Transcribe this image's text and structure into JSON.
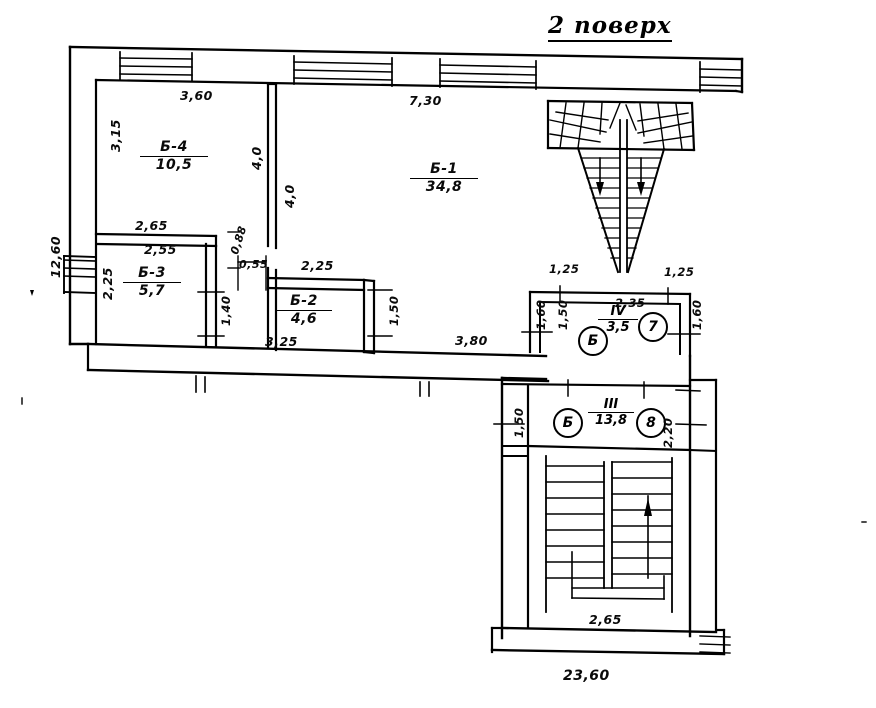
{
  "drawing": {
    "title": "2 поверх",
    "kind": "architectural-floor-plan",
    "units": "meters"
  },
  "rooms": [
    {
      "id": "b-1",
      "number": "Б-1",
      "area": "34,8"
    },
    {
      "id": "b-2",
      "number": "Б-2",
      "area": "4,6"
    },
    {
      "id": "b-3",
      "number": "Б-3",
      "area": "5,7"
    },
    {
      "id": "b-4",
      "number": "Б-4",
      "area": "10,5"
    }
  ],
  "common_areas": [
    {
      "id": "iv",
      "roman": "IV",
      "area": "3,5"
    },
    {
      "id": "iii",
      "roman": "III",
      "area": "13,8"
    }
  ],
  "markers": [
    {
      "id": "marker-6",
      "label": "Б"
    },
    {
      "id": "marker-7",
      "label": "7"
    },
    {
      "id": "marker-5",
      "label": "Б"
    },
    {
      "id": "marker-8",
      "label": "8"
    }
  ],
  "dimensions": {
    "overall_left": "12,60",
    "overall_bottom": "23,60",
    "top_left_span": "3,60",
    "top_right_span": "7,30",
    "b4_left": "3,15",
    "b4_right_inner": "4,0",
    "b4_right_outer": "4,0",
    "b4_bottom_outer": "2,65",
    "b3_top": "2,55",
    "b3_left": "2,25",
    "b3_right": "1,40",
    "door_b4": "0,88",
    "door_b3": "0,55",
    "b2_top": "2,25",
    "b2_bottom": "3,25",
    "b2_right": "1,50",
    "corridor_bottom": "3,80",
    "stair_left_offset": "1,25",
    "stair_right_offset": "1,25",
    "iv_left_outer": "1,60",
    "iv_left_inner": "1,50",
    "iv_top": "2,35",
    "iv_right": "1,60",
    "iii_left": "1,50",
    "iii_right": "2,20",
    "lower_stair_width": "2,65"
  }
}
